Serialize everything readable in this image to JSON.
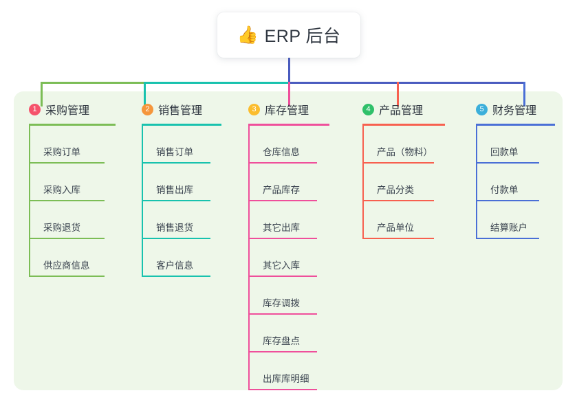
{
  "diagram": {
    "type": "mindmap-tree",
    "root": {
      "icon": "thumbs-up-icon",
      "emoji": "👍",
      "title": "ERP 后台"
    },
    "panel_color": "#eef7e9",
    "background_color": "#ffffff",
    "branches": [
      {
        "index": "1",
        "title": "采购管理",
        "badge_color": "#f5536b",
        "line_color": "#7cbd56",
        "items": [
          {
            "label": "采购订单"
          },
          {
            "label": "采购入库"
          },
          {
            "label": "采购退货"
          },
          {
            "label": "供应商信息"
          }
        ]
      },
      {
        "index": "2",
        "title": "销售管理",
        "badge_color": "#f5963c",
        "line_color": "#18c2ae",
        "items": [
          {
            "label": "销售订单"
          },
          {
            "label": "销售出库"
          },
          {
            "label": "销售退货"
          },
          {
            "label": "客户信息"
          }
        ]
      },
      {
        "index": "3",
        "title": "库存管理",
        "badge_color": "#fbbd2e",
        "line_color": "#ef4f9b",
        "items": [
          {
            "label": "仓库信息"
          },
          {
            "label": "产品库存"
          },
          {
            "label": "其它出库"
          },
          {
            "label": "其它入库"
          },
          {
            "label": "库存调拨"
          },
          {
            "label": "库存盘点"
          },
          {
            "label": "出库库明细"
          }
        ]
      },
      {
        "index": "4",
        "title": "产品管理",
        "badge_color": "#2fc06a",
        "line_color": "#f7604f",
        "items": [
          {
            "label": "产品（物料）"
          },
          {
            "label": "产品分类"
          },
          {
            "label": "产品单位"
          }
        ]
      },
      {
        "index": "5",
        "title": "财务管理",
        "badge_color": "#3bafda",
        "line_color": "#4a6fd6",
        "items": [
          {
            "label": "回款单"
          },
          {
            "label": "付款单"
          },
          {
            "label": "结算账户"
          }
        ]
      }
    ],
    "connectors": {
      "root_stem_color": "#4a5bbf",
      "segments": [
        {
          "name": "seg-1-2",
          "color": "#7cbd56"
        },
        {
          "name": "seg-2-3",
          "color": "#18c2ae"
        },
        {
          "name": "seg-3-5",
          "color": "#4a5bbf"
        }
      ]
    }
  }
}
